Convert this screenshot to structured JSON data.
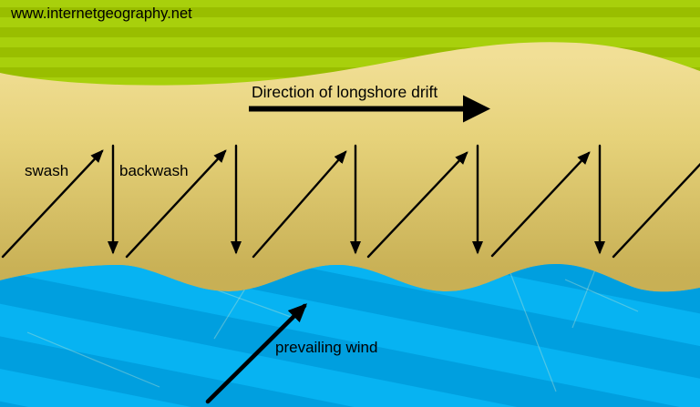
{
  "watermark": {
    "text": "www.internetgeography.net"
  },
  "labels": {
    "drift_direction": "Direction of longshore drift",
    "swash": "swash",
    "backwash": "backwash",
    "prevailing_wind": "prevailing wind"
  },
  "colors": {
    "green_light": "#a8d00c",
    "green_dark": "#99be00",
    "sand_top": "#f1df96",
    "sand_mid": "#e6d27a",
    "sand_bottom": "#c9b156",
    "sand_deep": "#c0a84d",
    "sea_light": "#07b3f2",
    "sea_dark": "#009fdf",
    "ink": "#000000"
  }
}
